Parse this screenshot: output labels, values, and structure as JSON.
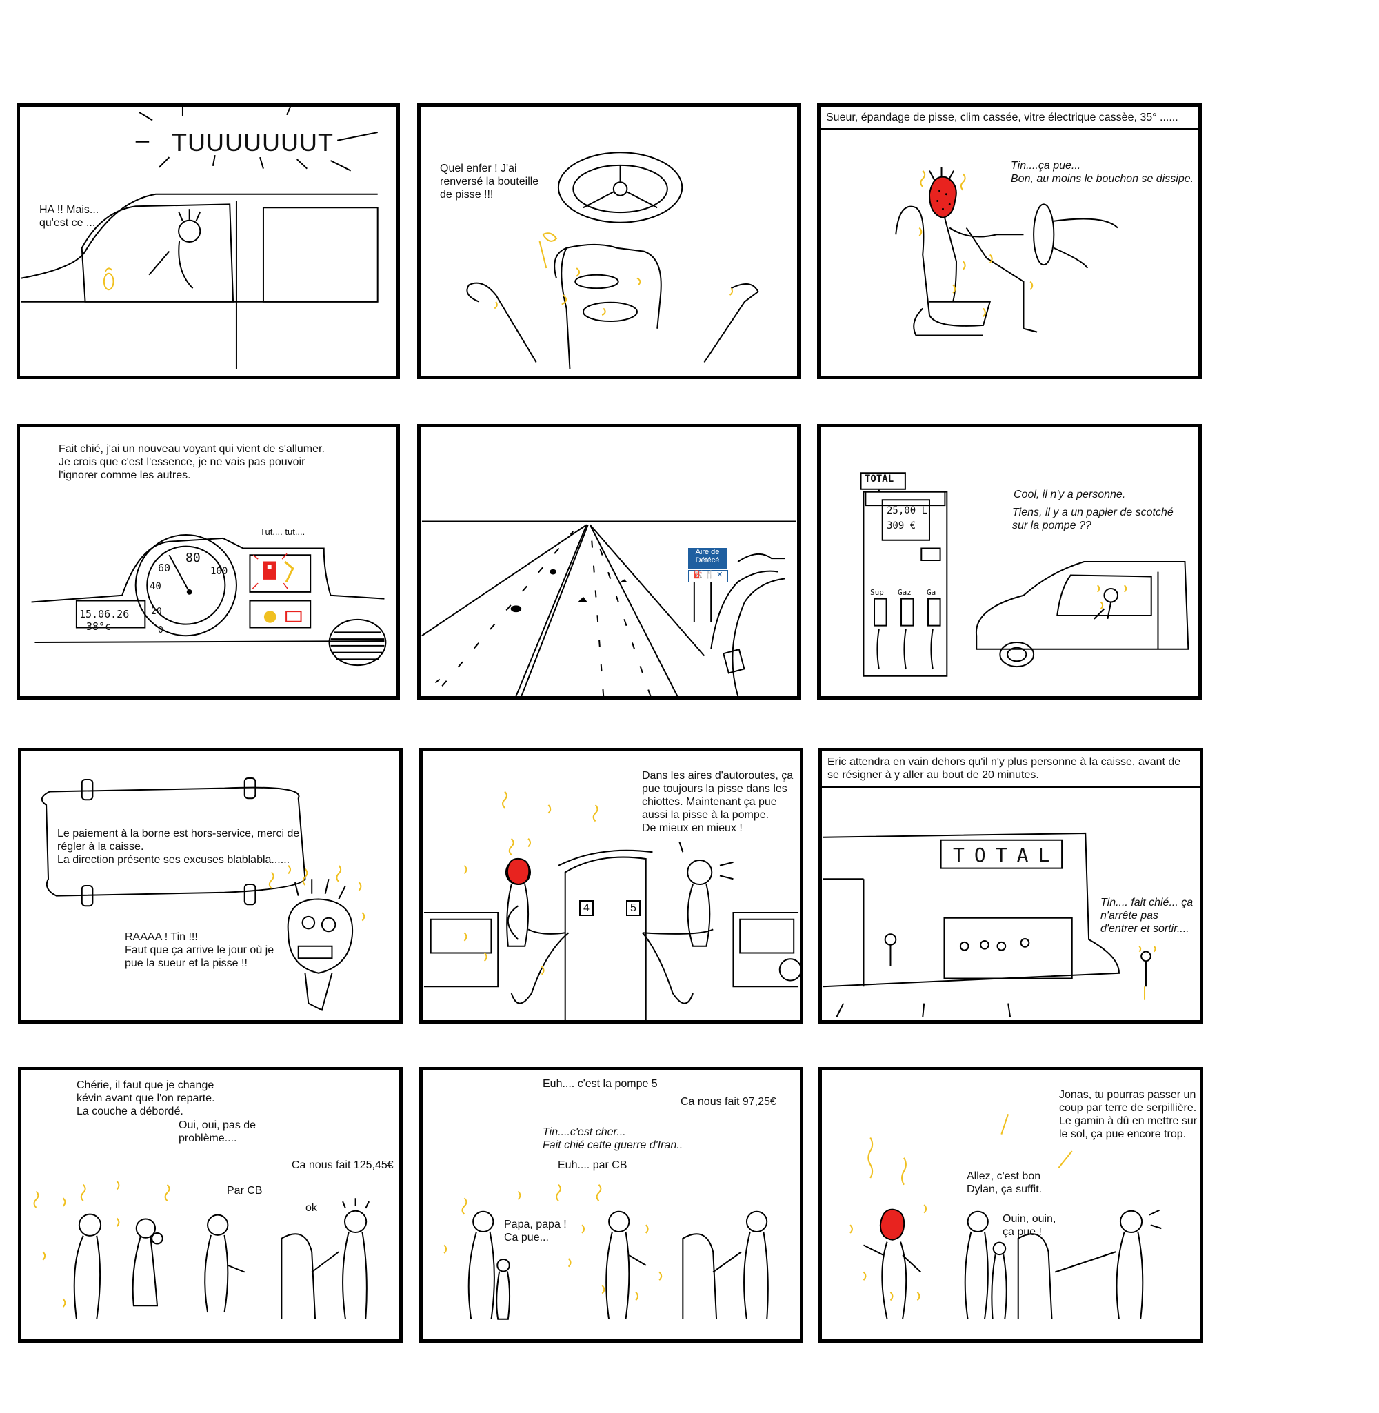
{
  "colors": {
    "piss": "#f0c020",
    "angry_face": "#e8231f",
    "sign_blue": "#1f5fa0",
    "ink": "#000000"
  },
  "panels": [
    {
      "id": 1,
      "sound": "TUUUUUUUT",
      "speech": "HA !! Mais...\nqu'est ce ..."
    },
    {
      "id": 2,
      "speech": "Quel enfer ! J'ai\nrenversé la bouteille\nde pisse !!!"
    },
    {
      "id": 3,
      "caption": "Sueur, épandage de pisse, clim cassée, vitre électrique cassèe, 35° ......",
      "speech": "Tin....ça pue...\nBon, au moins le bouchon se dissipe."
    },
    {
      "id": 4,
      "speech": "Fait chié, j'ai un nouveau voyant qui vient de s'allumer.\nJe crois que c'est l'essence, je ne vais pas pouvoir\nl'ignorer comme les autres.",
      "beep": "Tut.... tut....",
      "date": "15.06.26",
      "temp": "38°c",
      "gauge_numbers": [
        "60",
        "80",
        "100",
        "40",
        "20",
        "0"
      ]
    },
    {
      "id": 5,
      "sign_lines": [
        "Aire de",
        "Détécé"
      ]
    },
    {
      "id": 6,
      "station_brand": "TOTAL",
      "pump_liters": "25,00 L",
      "pump_price": "309 €",
      "pump_labels": [
        "Sup",
        "Gaz",
        "Ga"
      ],
      "speech_1": "Cool, il n'y a personne.",
      "speech_2": "Tiens, il y a un papier de scotché\nsur la pompe ??"
    },
    {
      "id": 7,
      "notice": "Le paiement à la borne est hors-service, merci de\nrégler à la caisse.\nLa direction présente ses excuses blablabla......",
      "speech": "RAAAA ! Tin !!!\nFaut que ça arrive le jour où je\npue la sueur et la pisse !!"
    },
    {
      "id": 8,
      "speech": "Dans les aires d'autoroutes, ça\npue toujours la pisse dans les\nchiottes. Maintenant ça pue\naussi la pisse à la pompe.\nDe mieux en mieux !",
      "pump_numbers": [
        "4",
        "5"
      ]
    },
    {
      "id": 9,
      "caption": "Eric attendra en vain dehors qu'il n'y plus personne à la caisse, avant de\nse résigner à y aller au bout de 20 minutes.",
      "station_brand": "TOTAL",
      "speech": "Tin.... fait chié... ça\nn'arrête pas\nd'entrer et sortir...."
    },
    {
      "id": 10,
      "speech_1": "Chérie, il faut que je change\nkévin avant que l'on reparte.\nLa couche a débordé.",
      "speech_2": "Oui, oui, pas de\nproblème....",
      "speech_3": "Ca nous fait 125,45€",
      "speech_4": "Par CB",
      "speech_5": "ok"
    },
    {
      "id": 11,
      "speech_1": "Euh.... c'est la pompe 5",
      "speech_2": "Ca nous fait 97,25€",
      "speech_3": "Tin....c'est cher...\nFait chié cette guerre d'Iran..",
      "speech_4": "Euh.... par CB",
      "speech_5": "Papa, papa !\nCa pue..."
    },
    {
      "id": 12,
      "speech_1": "Jonas, tu pourras passer un\ncoup par terre de serpillière.\nLe gamin à dû en mettre sur\nle sol, ça pue encore trop.",
      "speech_2": "Allez, c'est bon\nDylan, ça suffit.",
      "speech_3": "Ouin, ouin,\nça pue !"
    }
  ]
}
